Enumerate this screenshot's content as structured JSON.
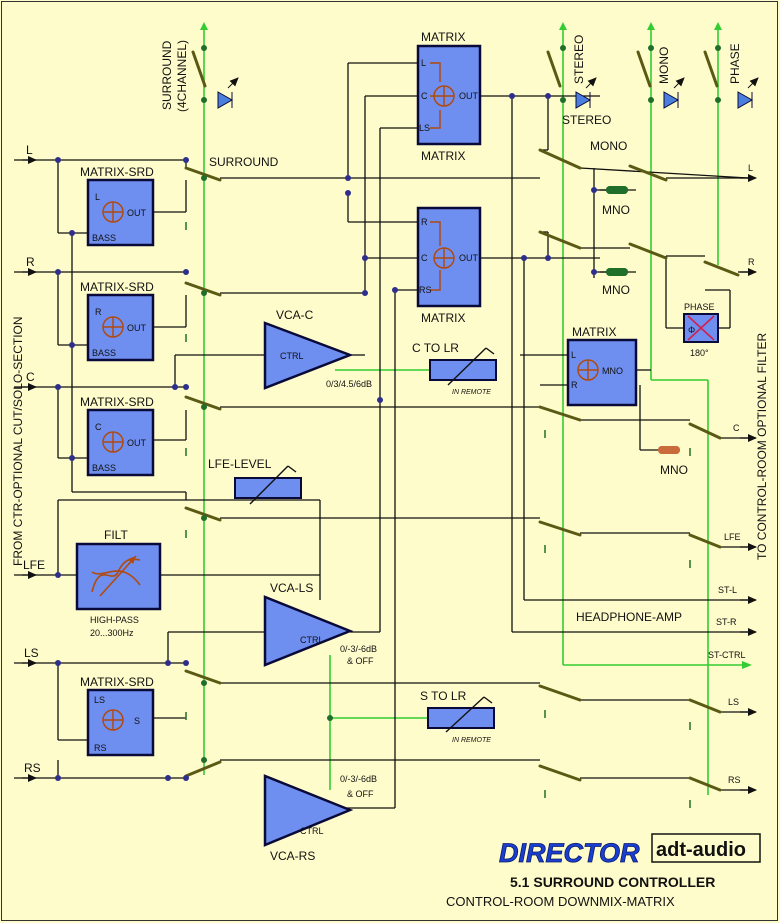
{
  "colors": {
    "background": "#fffccb",
    "block_fill": "#6f8ff0",
    "block_stroke": "#0a0a3a",
    "wire": "#111111",
    "control_line": "#33cc33",
    "switch": "#5a5a14",
    "node": "#2e2e8c",
    "summer": "#b04a10",
    "led": "#1f6e2a",
    "led_orange": "#c96b3a",
    "brand": "#1a3fcf"
  },
  "inputs": {
    "l": "L",
    "r": "R",
    "c": "C",
    "lfe": "LFE",
    "ls": "LS",
    "rs": "RS"
  },
  "side_left": "FROM CTR-OPTIONAL CUT/SOLO-SECTION",
  "side_right": "TO CONTROL-ROOM OPTIONAL FILTER",
  "top_switches": {
    "surround": "SURROUND",
    "surround_sub": "(4CHANNEL)",
    "stereo": "STEREO",
    "mono": "MONO",
    "phase": "PHASE"
  },
  "labels": {
    "surround": "SURROUND",
    "stereo": "STEREO",
    "mono": "MONO",
    "mno": "MNO",
    "phase_box": "PHASE",
    "phase_deg": "180°",
    "phase_sym": "Φ",
    "headphone": "HEADPHONE-AMP"
  },
  "matrix_srd": {
    "title": "MATRIX-SRD",
    "out": "OUT",
    "bass": "BASS",
    "s": "S",
    "in_l": "L",
    "in_r": "R",
    "in_c": "C",
    "in_ls": "LS",
    "in_rs": "RS"
  },
  "matrix": {
    "title": "MATRIX",
    "l": "L",
    "c": "C",
    "r": "R",
    "ls": "LS",
    "rs": "RS",
    "out": "OUT",
    "mno": "MNO"
  },
  "vca": {
    "c_title": "VCA-C",
    "ls_title": "VCA-LS",
    "rs_title": "VCA-RS",
    "ctrl": "CTRL",
    "c_range": "0/3/4.5/6dB",
    "ls_range_1": "0/-3/-6dB",
    "ls_range_2": "& OFF",
    "rs_range_1": "0/-3/-6dB",
    "rs_range_2": "& OFF"
  },
  "controls": {
    "c_to_lr": "C TO LR",
    "s_to_lr": "S TO LR",
    "in_remote": "IN REMOTE",
    "lfe_level": "LFE-LEVEL"
  },
  "filter": {
    "title": "FILT",
    "type": "HIGH-PASS",
    "range": "20...300Hz"
  },
  "outputs": {
    "l": "L",
    "r": "R",
    "c": "C",
    "lfe": "LFE",
    "st_l": "ST-L",
    "st_r": "ST-R",
    "st_ctrl": "ST-CTRL",
    "ls": "LS",
    "rs": "RS"
  },
  "brand": {
    "name": "DIRECTOR",
    "logo": "adt-audio",
    "title": "5.1 SURROUND CONTROLLER",
    "subtitle": "CONTROL-ROOM DOWNMIX-MATRIX"
  }
}
